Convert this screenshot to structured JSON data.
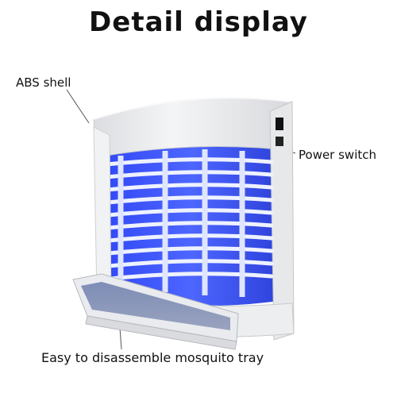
{
  "title": "Detail display",
  "callouts": {
    "shell": "ABS shell",
    "power": "Power switch",
    "tray": "Easy to disassemble mosquito tray"
  },
  "colors": {
    "shell": "#eeeff1",
    "shell_shadow": "#c9cbcf",
    "uv_glow": "#3d56ff",
    "grid": "#eef2ff"
  },
  "icons": [
    "power-switch-icon"
  ]
}
